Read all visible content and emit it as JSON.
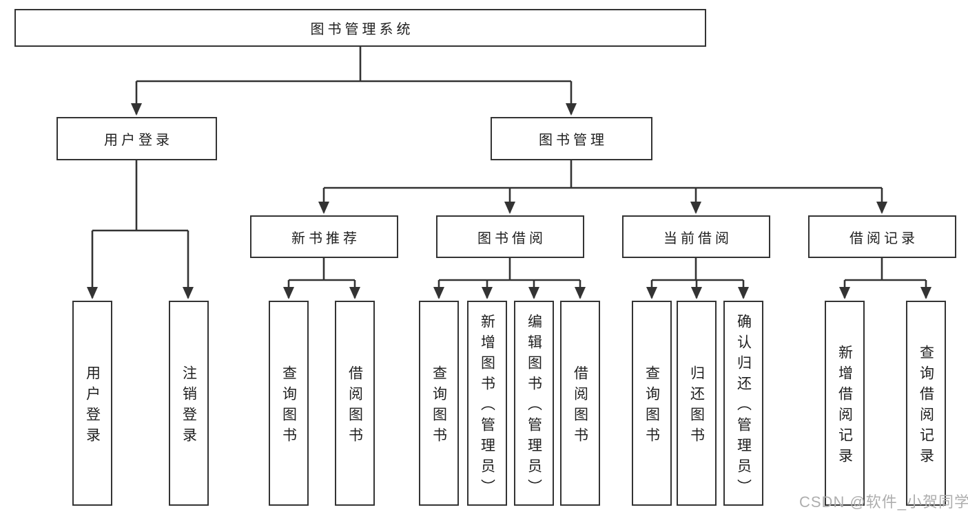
{
  "root": {
    "label": "图书管理系统"
  },
  "level2": {
    "user_login": {
      "label": "用户登录"
    },
    "book_mgmt": {
      "label": "图书管理"
    }
  },
  "level3": [
    {
      "label": "新书推荐"
    },
    {
      "label": "图书借阅"
    },
    {
      "label": "当前借阅"
    },
    {
      "label": "借阅记录"
    }
  ],
  "leaves": {
    "user_login": [
      {
        "label": "用户登录"
      },
      {
        "label": "注销登录"
      }
    ],
    "new_books": [
      {
        "label": "查询图书"
      },
      {
        "label": "借阅图书"
      }
    ],
    "book_borrow": [
      {
        "label": "查询图书"
      },
      {
        "label": "新增图书（管理员）"
      },
      {
        "label": "编辑图书（管理员）"
      },
      {
        "label": "借阅图书"
      }
    ],
    "current_borrow": [
      {
        "label": "查询图书"
      },
      {
        "label": "归还图书"
      },
      {
        "label": "确认归还（管理员）"
      }
    ],
    "borrow_records": [
      {
        "label": "新增借阅记录"
      },
      {
        "label": "查询借阅记录"
      }
    ]
  },
  "watermark": {
    "text": "CSDN @软件_小贺同学"
  },
  "colors": {
    "line": "#333333",
    "box_border": "#333333",
    "text": "#1f1f1f",
    "watermark": "#aeaeae",
    "background": "#ffffff"
  }
}
